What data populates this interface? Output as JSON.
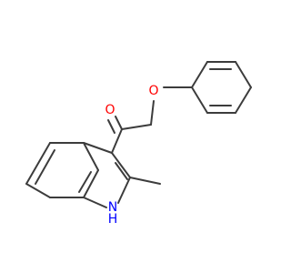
{
  "molecule": {
    "atom_labels": {
      "carbonyl_oxygen": "O",
      "ether_oxygen": "O",
      "indole_nitrogen": "N",
      "indole_hydrogen": "H"
    },
    "colors": {
      "bond": "#3c3c3c",
      "oxygen": "#ff0000",
      "nitrogen": "#0000ff",
      "background": "#ffffff"
    }
  }
}
